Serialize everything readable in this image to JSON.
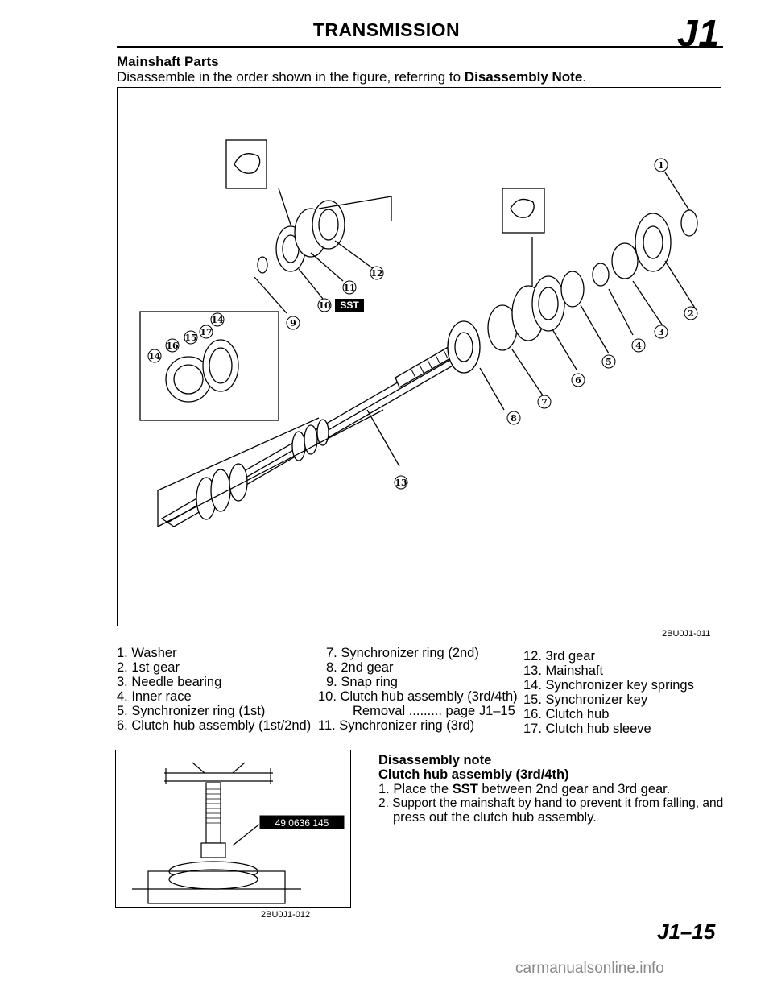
{
  "header": {
    "title": "TRANSMISSION",
    "code": "J1"
  },
  "section": {
    "heading": "Mainshaft Parts",
    "intro_prefix": "Disassemble in the order shown in the figure, referring to ",
    "intro_bold": "Disassembly Note",
    "intro_suffix": "."
  },
  "figure1": {
    "ref": "2BU0J1-011",
    "tag": "SST",
    "callouts": [
      "1",
      "2",
      "3",
      "4",
      "5",
      "6",
      "7",
      "8",
      "9",
      "10",
      "11",
      "12",
      "13",
      "14",
      "15",
      "16",
      "17",
      "14"
    ]
  },
  "legend": {
    "col1": [
      "1. Washer",
      "2. 1st gear",
      "3. Needle bearing",
      "4. Inner race",
      "5. Synchronizer ring (1st)",
      "6. Clutch hub assembly (1st/2nd)"
    ],
    "col2": [
      "7. Synchronizer ring (2nd)",
      "8. 2nd gear",
      "9. Snap ring",
      "10. Clutch hub assembly (3rd/4th)",
      "Removal ......... page J1–15",
      "11. Synchronizer ring (3rd)"
    ],
    "col3": [
      "12. 3rd gear",
      "13. Mainshaft",
      "14. Synchronizer key springs",
      "15. Synchronizer key",
      "16. Clutch hub",
      "17. Clutch hub sleeve"
    ]
  },
  "figure2": {
    "ref": "2BU0J1-012",
    "tool_label": "49 0636 145"
  },
  "note": {
    "title": "Disassembly note",
    "subtitle": "Clutch hub assembly (3rd/4th)",
    "step1_a": "1. Place the ",
    "step1_b": "SST",
    "step1_c": " between 2nd gear and 3rd gear.",
    "step2_line1": "2. Support the mainshaft by hand to prevent it from falling, and",
    "step2_line2": "press out the clutch hub assembly."
  },
  "footer": {
    "page_number": "J1–15",
    "watermark": "carmanualsonline.info"
  }
}
